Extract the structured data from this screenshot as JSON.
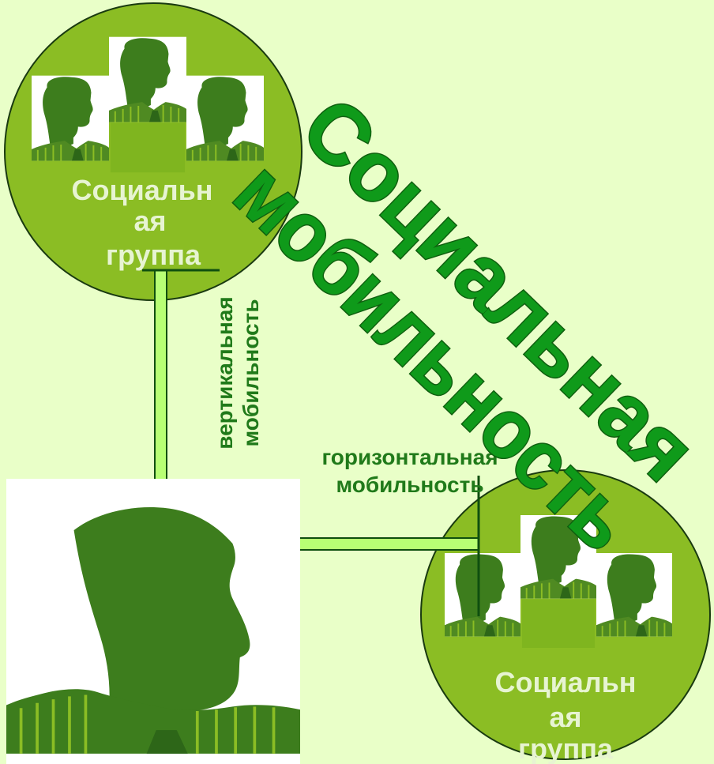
{
  "diagram": {
    "top_group": {
      "label_lines": [
        "Социальн",
        "ая",
        "группа"
      ]
    },
    "bottom_group": {
      "label_lines": [
        "Социальн",
        "ая",
        "группа"
      ]
    },
    "vertical_mobility": {
      "label_lines": [
        "вертикальная",
        "мобильность"
      ]
    },
    "horizontal_mobility": {
      "label_lines": [
        "горизонтальная",
        "мобильность"
      ]
    },
    "wordart": {
      "lines": [
        "Социальная",
        "мобильность"
      ]
    },
    "icons": [
      "person-silhouette-icon",
      "person-silhouette-icon",
      "group-people-icon"
    ],
    "colors": {
      "background": "#e9ffc8",
      "circle_fill": "#8bbd24",
      "silhouette": "#3d7d1d",
      "connector": "#b8ff74",
      "text_label": "#e7f4d2",
      "wordart_fill": "#0f9a1a",
      "wordart_stroke": "#0f5f0f"
    }
  }
}
